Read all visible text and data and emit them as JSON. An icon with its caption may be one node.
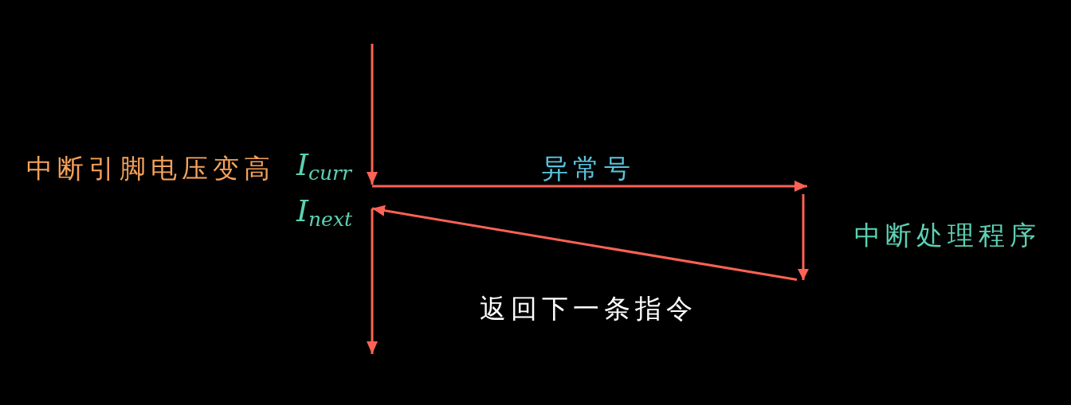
{
  "diagram": {
    "nodes": [
      {
        "text": [
          "I$_{curr}$"
        ]
      },
      {
        "text": [
          "I$_{next}$"
        ]
      },
      {
        "text": [
          "中断处理程序"
        ]
      }
    ],
    "edges": [
      {
        "from": null,
        "to": 0,
        "arrow": "to"
      },
      {
        "from": 0,
        "to": 2,
        "label": "异常号",
        "arrow": "to"
      },
      {
        "from": 2,
        "to": 1,
        "label": "返回下一条指令",
        "arrow": "to"
      },
      {
        "from": 1,
        "to": null,
        "arrow": "to"
      }
    ],
    "labels": [
      "中断引脚电压变高"
    ]
  }
}
